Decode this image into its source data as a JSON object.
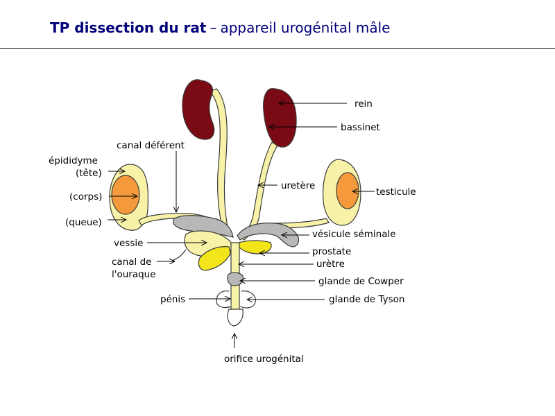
{
  "header": {
    "title_bold": "TP dissection du rat",
    "title_sep": "–",
    "title_rest": "appareil urogénital mâle"
  },
  "labels": {
    "rein": "rein",
    "bassinet": "bassinet",
    "canal_deferent": "canal déférent",
    "epididyme": "épididyme",
    "tete": "(tête)",
    "corps": "(corps)",
    "queue": "(queue)",
    "uretere": "uretère",
    "testicule": "testicule",
    "vesicule_seminale": "vésicule séminale",
    "vessie": "vessie",
    "prostate": "prostate",
    "uretre": "urètre",
    "canal_ouraque_1": "canal de",
    "canal_ouraque_2": "l'ouraque",
    "glande_cowper": "glande de Cowper",
    "penis": "pénis",
    "glande_tyson": "glande de Tyson",
    "orifice": "orifice urogénital"
  },
  "colors": {
    "kidney": "#7a0a14",
    "duct": "#f7f2a8",
    "testis": "#f59a3c",
    "gland_grey": "#b8b8b8",
    "prostate": "#f2e61a",
    "header_text": "#00007a"
  }
}
